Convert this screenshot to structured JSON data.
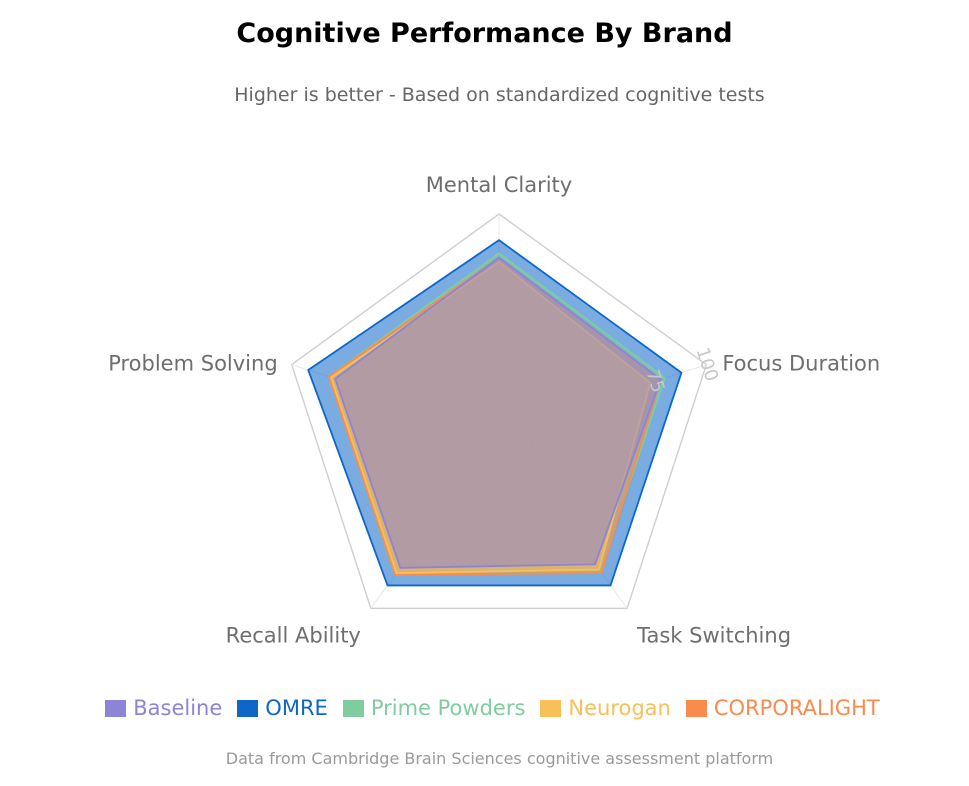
{
  "chart_data": {
    "type": "radar",
    "title": "Cognitive Performance By Brand",
    "subtitle": "Higher is better - Based on standardized cognitive tests",
    "axes": [
      "Mental Clarity",
      "Focus Duration",
      "Task Switching",
      "Recall Ability",
      "Problem Solving"
    ],
    "rlim": [
      0,
      100
    ],
    "r_ticks": [
      75,
      100
    ],
    "r_tick_labels": [
      "75",
      "100"
    ],
    "series": [
      {
        "name": "Baseline",
        "color": "#8b84d7",
        "values": [
          80,
          78,
          75,
          77,
          79
        ]
      },
      {
        "name": "Prime Powders",
        "color": "#7fcc9f",
        "values": [
          82,
          80,
          79,
          81,
          82
        ]
      },
      {
        "name": "Neurogan",
        "color": "#f9c059",
        "values": [
          78,
          73,
          78,
          80,
          81
        ]
      },
      {
        "name": "CORPORALIGHT",
        "color": "#f98b4f",
        "values": [
          80,
          78,
          80,
          81,
          82
        ]
      },
      {
        "name": "OMRE",
        "color": "#0d67c9",
        "values": [
          88,
          88,
          87,
          87,
          92
        ]
      }
    ],
    "legend": [
      {
        "name": "Baseline",
        "color": "#8b84d7"
      },
      {
        "name": "OMRE",
        "color": "#0d67c9"
      },
      {
        "name": "Prime Powders",
        "color": "#7fcc9f"
      },
      {
        "name": "Neurogan",
        "color": "#f9c059"
      },
      {
        "name": "CORPORALIGHT",
        "color": "#f98b4f"
      }
    ],
    "legend_position": "bottom",
    "footnote": "Data from Cambridge Brain Sciences cognitive assessment platform"
  }
}
